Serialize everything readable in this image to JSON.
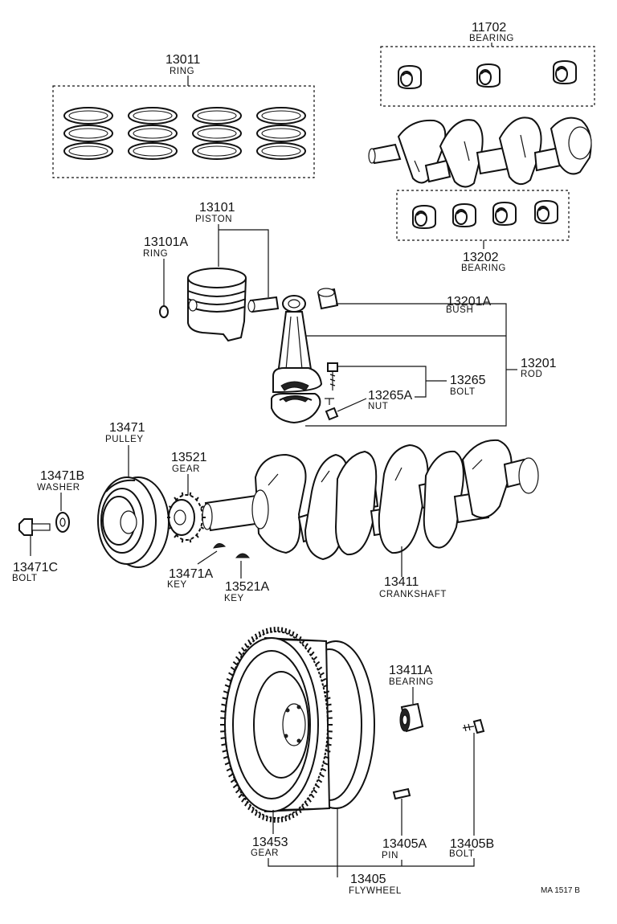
{
  "labels": {
    "l11702": {
      "part_no": "11702",
      "name": "BEARING"
    },
    "l13011": {
      "part_no": "13011",
      "name": "RING"
    },
    "l13101": {
      "part_no": "13101",
      "name": "PISTON"
    },
    "l13101A": {
      "part_no": "13101A",
      "name": "RING"
    },
    "l13202": {
      "part_no": "13202",
      "name": "BEARING"
    },
    "l13201A": {
      "part_no": "13201A",
      "name": "BUSH"
    },
    "l13201": {
      "part_no": "13201",
      "name": "ROD"
    },
    "l13265": {
      "part_no": "13265",
      "name": "BOLT"
    },
    "l13265A": {
      "part_no": "13265A",
      "name": "NUT"
    },
    "l13471": {
      "part_no": "13471",
      "name": "PULLEY"
    },
    "l13521": {
      "part_no": "13521",
      "name": "GEAR"
    },
    "l13471B": {
      "part_no": "13471B",
      "name": "WASHER"
    },
    "l13471C": {
      "part_no": "13471C",
      "name": "BOLT"
    },
    "l13471A": {
      "part_no": "13471A",
      "name": "KEY"
    },
    "l13521A": {
      "part_no": "13521A",
      "name": "KEY"
    },
    "l13411": {
      "part_no": "13411",
      "name": "CRANKSHAFT"
    },
    "l13411A": {
      "part_no": "13411A",
      "name": "BEARING"
    },
    "l13453": {
      "part_no": "13453",
      "name": "GEAR"
    },
    "l13405A": {
      "part_no": "13405A",
      "name": "PIN"
    },
    "l13405B": {
      "part_no": "13405B",
      "name": "BOLT"
    },
    "l13405": {
      "part_no": "13405",
      "name": "FLYWHEEL"
    }
  },
  "reference_code": "MA 1517 B"
}
